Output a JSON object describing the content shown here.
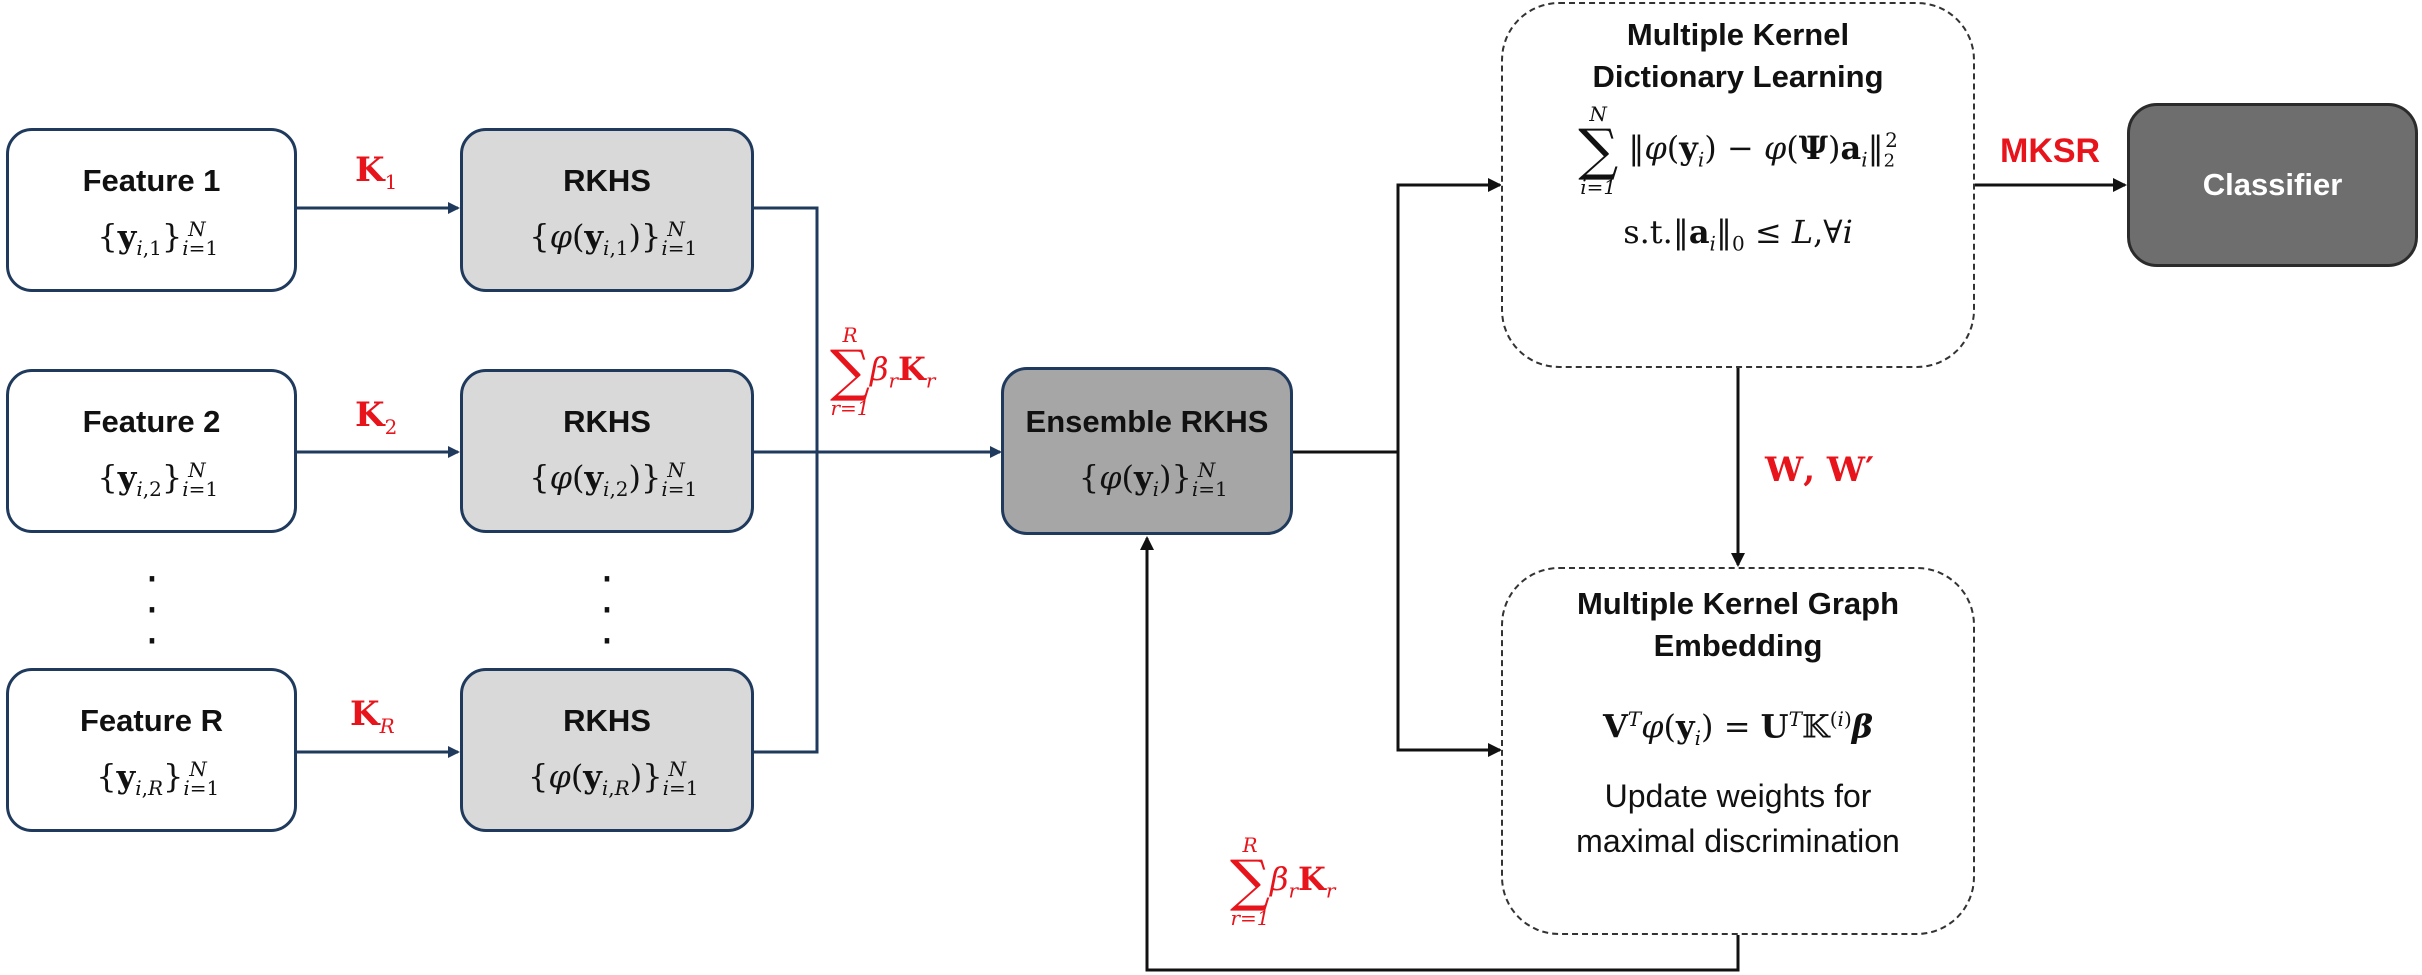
{
  "features": [
    {
      "title": "Feature 1",
      "set_text": "{yi,1}Ni=1",
      "kernel_label": "K1"
    },
    {
      "title": "Feature 2",
      "set_text": "{yi,2}Ni=1",
      "kernel_label": "K2"
    },
    {
      "title": "Feature R",
      "set_text": "{yi,R}Ni=1",
      "kernel_label": "KR"
    }
  ],
  "rkhs": [
    {
      "title": "RKHS",
      "set_text": "{φ(yi,1)}Ni=1"
    },
    {
      "title": "RKHS",
      "set_text": "{φ(yi,2)}Ni=1"
    },
    {
      "title": "RKHS",
      "set_text": "{φ(yi,R)}Ni=1"
    }
  ],
  "combination_label": "Σr=1..R βrKr",
  "ensemble": {
    "title": "Ensemble RKHS",
    "set_text": "{φ(yi)}Ni=1"
  },
  "dictionary": {
    "title_line1": "Multiple Kernel",
    "title_line2": "Dictionary Learning",
    "objective": "Σi=1..N ‖φ(yi) − φ(Ψ)ai‖²₂",
    "constraint": "s.t.‖ai‖0 ≤ L,∀i"
  },
  "mksr_label": "MKSR",
  "classifier": {
    "title": "Classifier"
  },
  "weights_label": "W, W′",
  "embedding": {
    "title_line1": "Multiple Kernel Graph",
    "title_line2": "Embedding",
    "equation": "VTφ(yi) = UT𝕂(i)β",
    "note_line1": "Update weights for",
    "note_line2": "maximal discrimination"
  },
  "feedback_label": "Σr=1..R βrKr",
  "colors": {
    "navy": "#1f3a5c",
    "red": "#e8141b",
    "black": "#111111"
  }
}
